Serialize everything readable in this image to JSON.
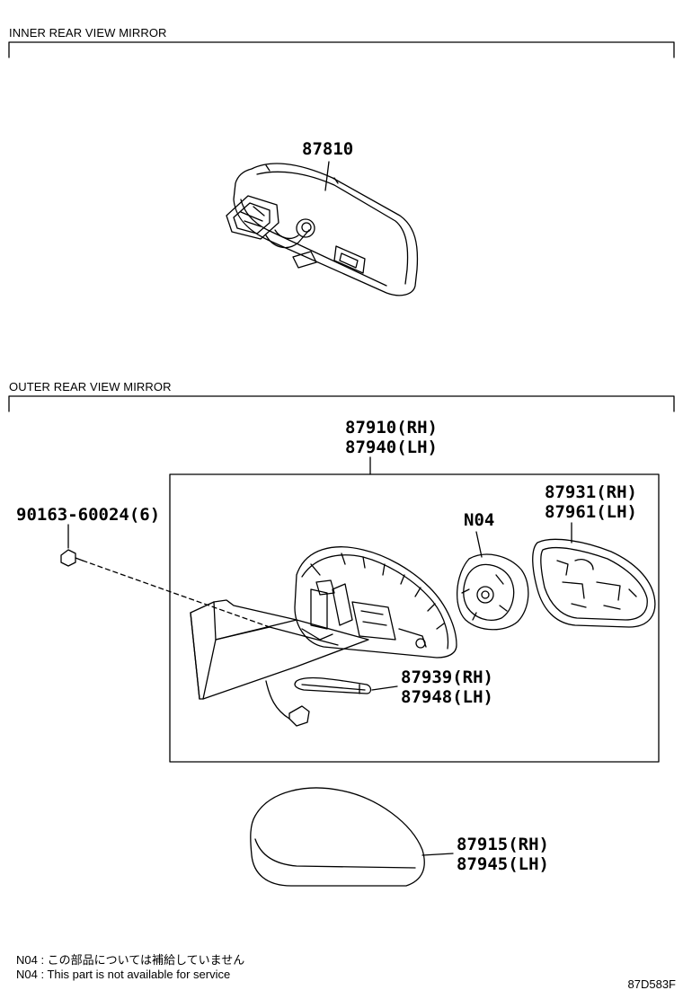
{
  "sections": {
    "inner": {
      "title": "INNER REAR VIEW MIRROR"
    },
    "outer": {
      "title": "OUTER REAR VIEW MIRROR"
    }
  },
  "parts": {
    "inner_mirror": {
      "number": "87810"
    },
    "outer_mirror": {
      "rh": "87910(RH)",
      "lh": "87940(LH)"
    },
    "screw": {
      "number": "90163-60024(6)"
    },
    "motor": {
      "number": "N04"
    },
    "mirror_glass": {
      "rh": "87931(RH)",
      "lh": "87961(LH)"
    },
    "side_turn_lamp": {
      "rh": "87939(RH)",
      "lh": "87948(LH)"
    },
    "cover": {
      "rh": "87915(RH)",
      "lh": "87945(LH)"
    }
  },
  "notes": {
    "jp": "N04 : この部品については補給していません",
    "en": "N04 : This part is not available for service"
  },
  "diagram_code": "87D583F"
}
